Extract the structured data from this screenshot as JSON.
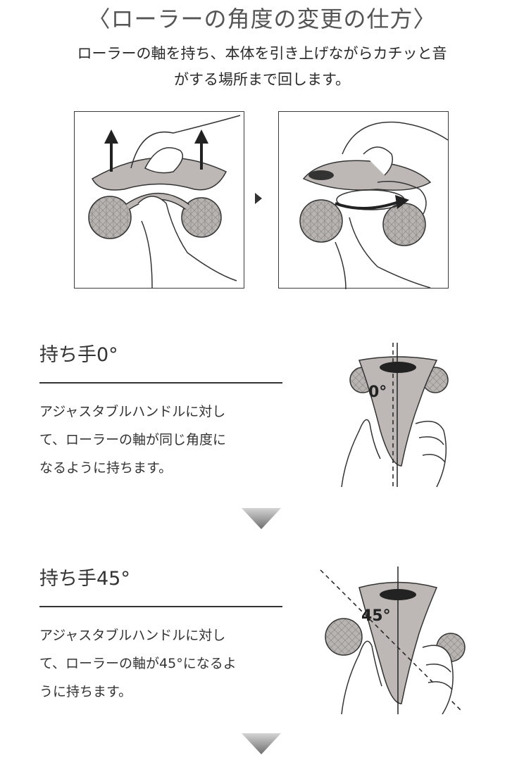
{
  "title": "〈ローラーの角度の変更の仕方〉",
  "intro": {
    "line1": "ローラーの軸を持ち、本体を引き上げながらカチッと音",
    "line2": "がする場所まで回します。"
  },
  "section1": {
    "heading": "持ち手0°",
    "lines": [
      "アジャスタブルハンドルに対し",
      "て、ローラーの軸が同じ角度に",
      "なるように持ちます。"
    ],
    "angle_label": "0°"
  },
  "section2": {
    "heading": "持ち手45°",
    "lines": [
      "アジャスタブルハンドルに対し",
      "て、ローラーの軸が45°になるよ",
      "うに持ちます。"
    ],
    "angle_label": "45°"
  },
  "colors": {
    "text": "#333333",
    "roller_gray": "#b8b4b2",
    "body_gray": "#bdb8b6",
    "arrow_gray": "#8a8a8a"
  },
  "icons": {
    "step_arrow": "triangle-right-icon",
    "down_arrow": "chevron-down-icon"
  }
}
